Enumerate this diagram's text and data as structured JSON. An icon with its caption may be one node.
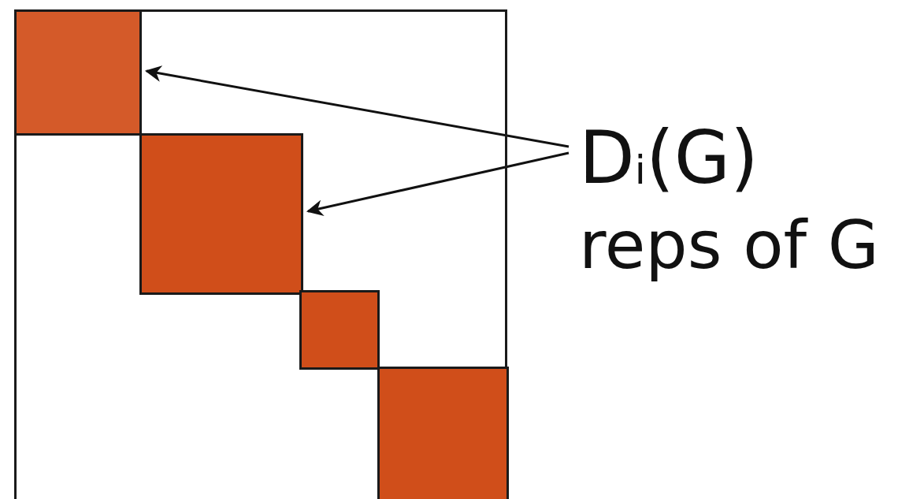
{
  "diagram": {
    "nodes": [
      {
        "text": [],
        "shape": "box"
      },
      {
        "text": [],
        "shape": "box",
        "in": 0
      },
      {
        "text": [],
        "shape": "box",
        "in": 0
      },
      {
        "text": [],
        "shape": "box",
        "in": 0
      },
      {
        "text": [],
        "shape": "box",
        "in": 0
      },
      {
        "text": [
          "D$_{i}$(G)",
          "reps of G"
        ]
      }
    ],
    "edges": [
      {
        "from": 5,
        "to": 1,
        "arrow": "to"
      },
      {
        "from": 5,
        "to": 2,
        "arrow": "to"
      }
    ]
  }
}
